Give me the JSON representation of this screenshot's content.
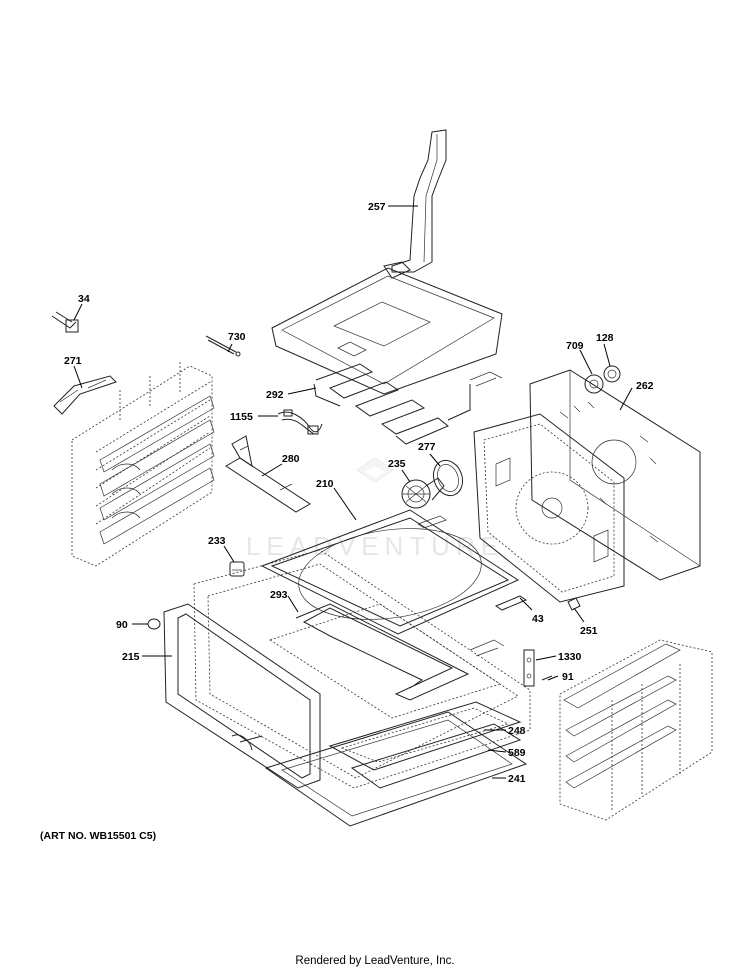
{
  "watermark": "LEADVENTURE",
  "art_number": "(ART NO. WB15501 C5)",
  "credit": "Rendered by LeadVenture, Inc.",
  "callouts": {
    "p257": "257",
    "p34": "34",
    "p730": "730",
    "p271": "271",
    "p292": "292",
    "p1155": "1155",
    "p709": "709",
    "p128": "128",
    "p262": "262",
    "p277": "277",
    "p235": "235",
    "p280": "280",
    "p210": "210",
    "p233": "233",
    "p293": "293",
    "p43": "43",
    "p251": "251",
    "p90": "90",
    "p215": "215",
    "p1330": "1330",
    "p91": "91",
    "p248": "248",
    "p589": "589",
    "p241": "241"
  }
}
